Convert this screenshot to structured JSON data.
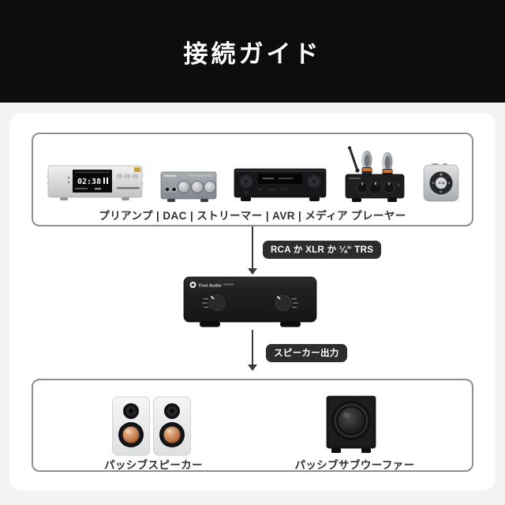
{
  "header": {
    "title": "接続ガイド"
  },
  "sources_box": {
    "caption": "プリアンプ | DAC | ストリーマー | AVR | メディア プレーヤー",
    "devices": [
      {
        "name": "preamp-streamer",
        "screen_time": "02:38"
      },
      {
        "name": "headphone-dac"
      },
      {
        "name": "avr-receiver"
      },
      {
        "name": "bluetooth-tube-preamp"
      },
      {
        "name": "media-player"
      }
    ]
  },
  "connection_labels": {
    "input": "RCA か XLR か ¼“ TRS",
    "output": "スピーカー出力"
  },
  "amplifier": {
    "brand": "Fosi Audio"
  },
  "outputs_box": {
    "speakers_caption": "パッシブスピーカー",
    "subwoofer_caption": "パッシブサブウーファー"
  },
  "colors": {
    "header_bg": "#0d0d0d",
    "page_bg": "#f2f3f2",
    "badge_bg": "#2d2d2d",
    "box_border": "#8f8f8f",
    "woofer_copper": "#c97f4e"
  }
}
